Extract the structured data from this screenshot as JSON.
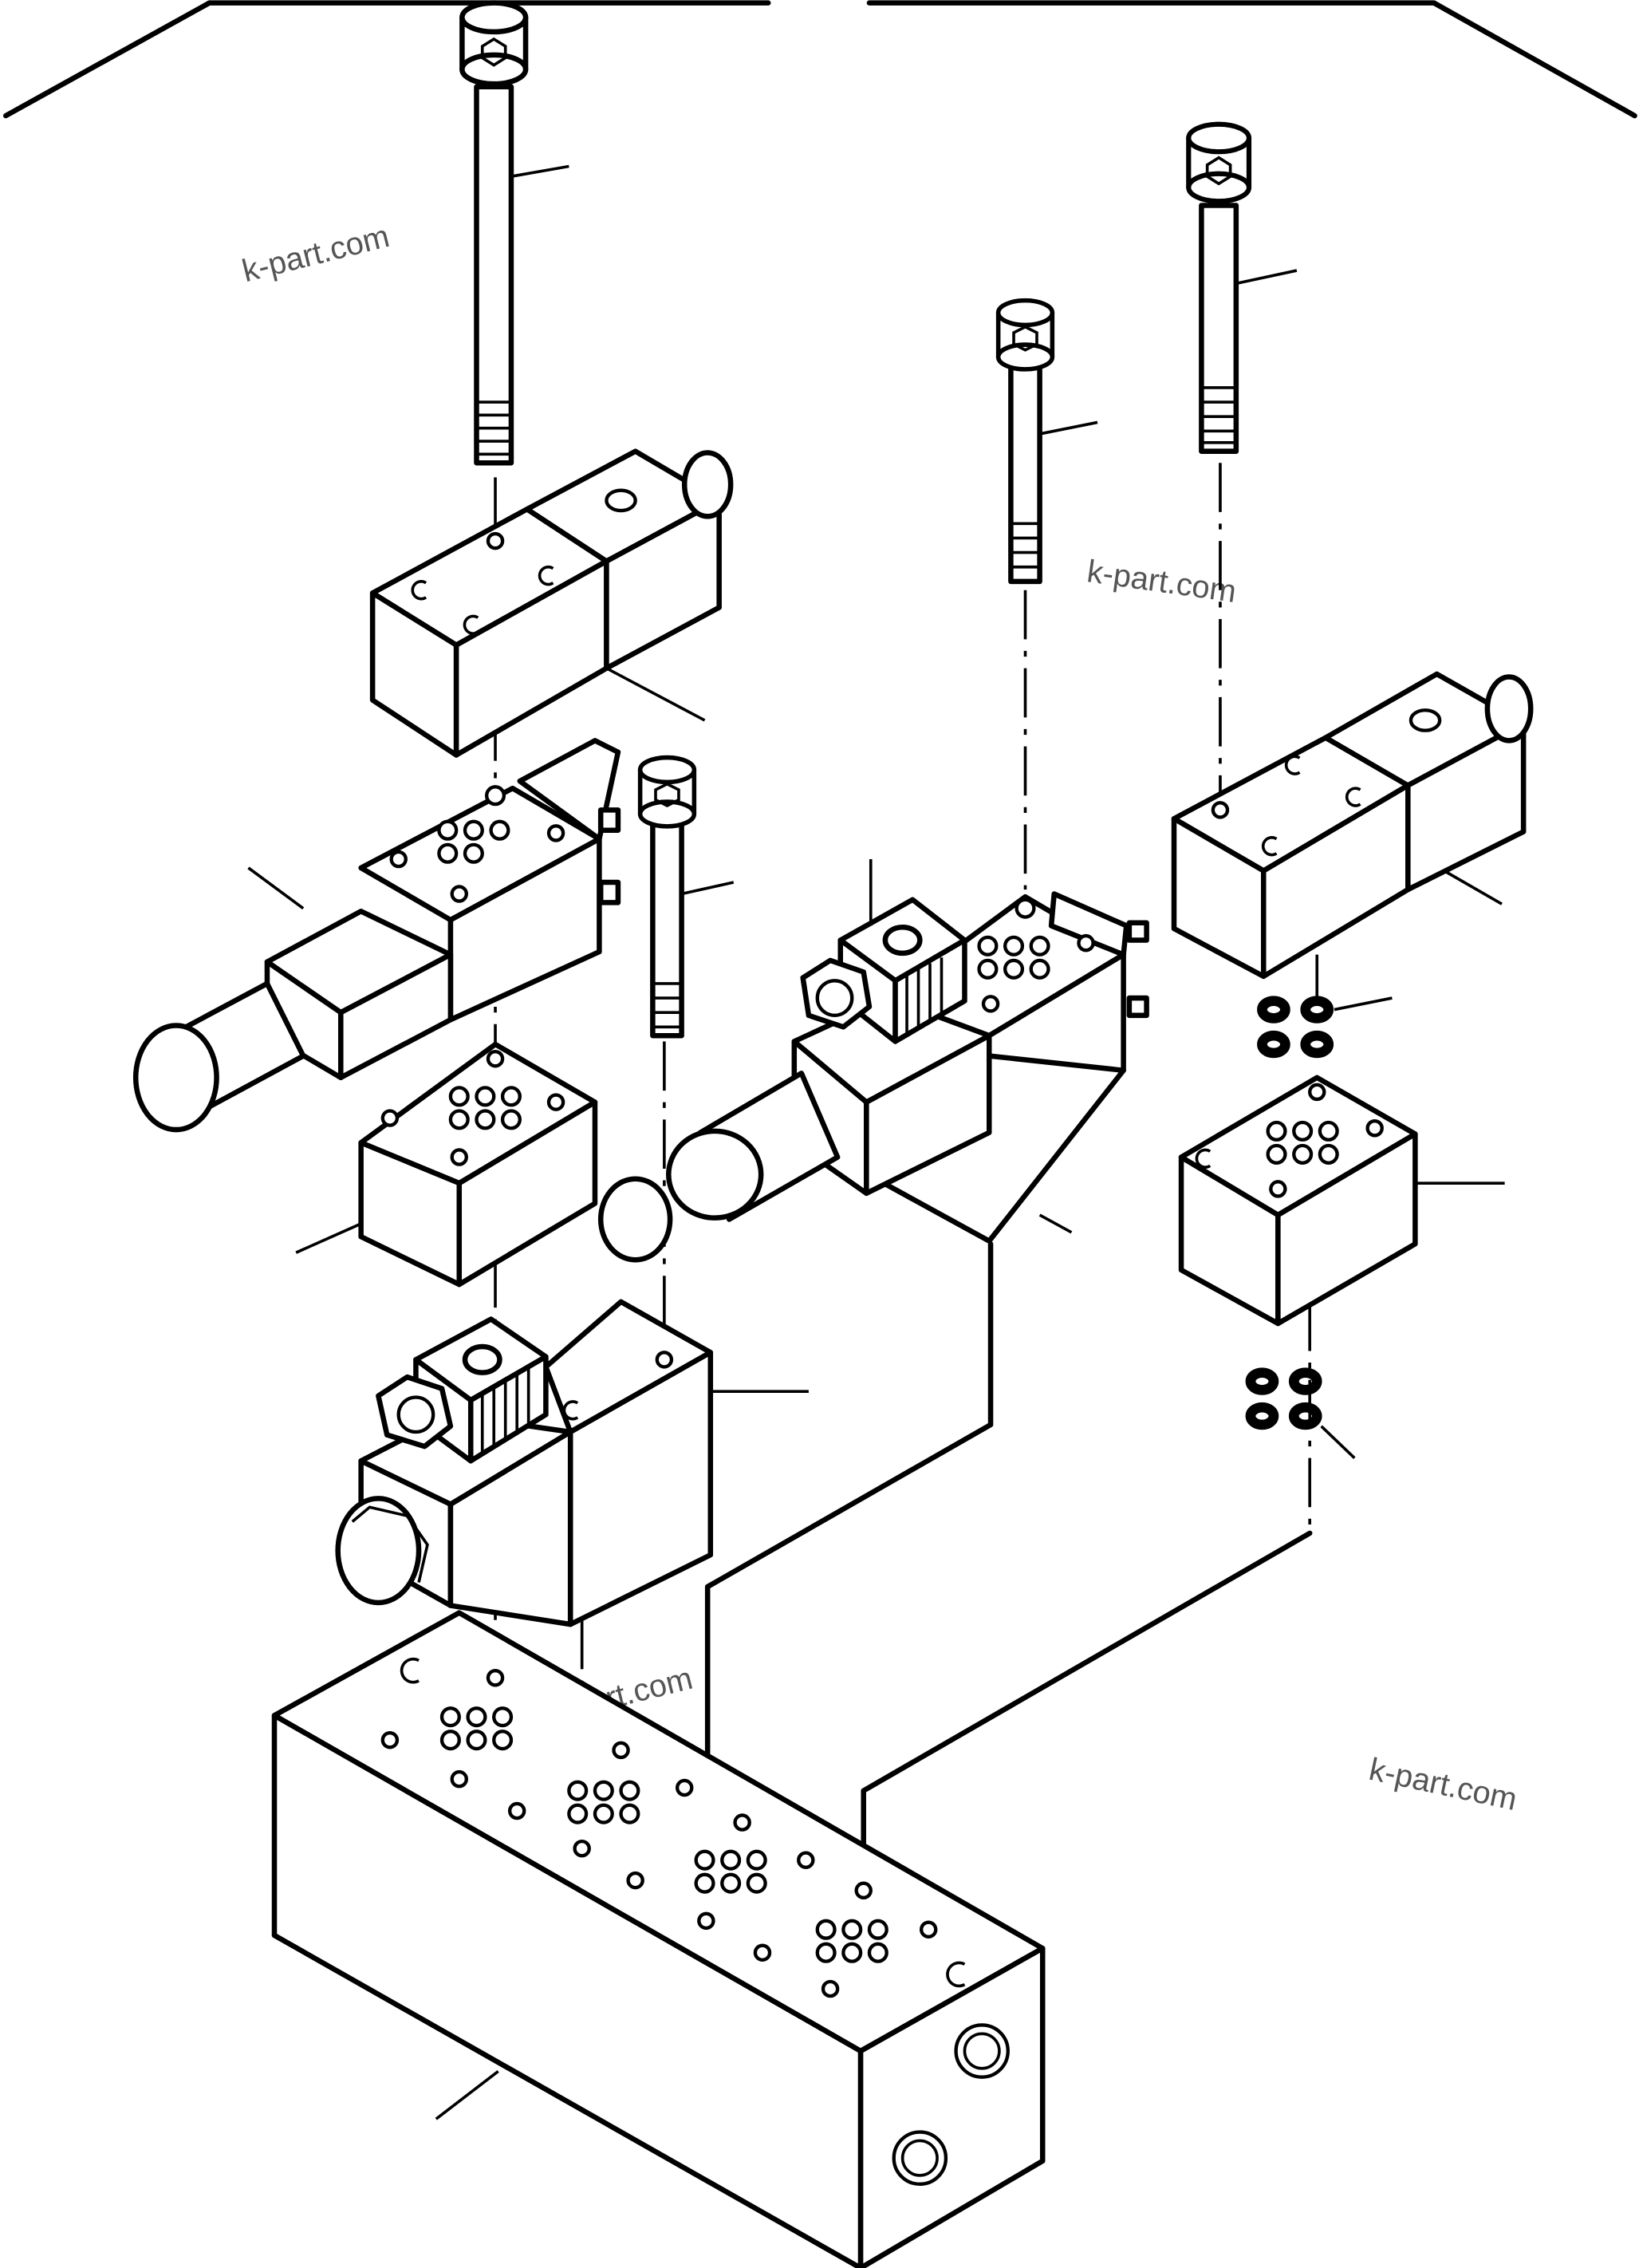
{
  "watermark": {
    "text": "k-part.com"
  },
  "diagram": {
    "type": "exploded parts diagram",
    "subject": "hydraulic valve manifold assembly",
    "callout_numbers_shown": false
  }
}
